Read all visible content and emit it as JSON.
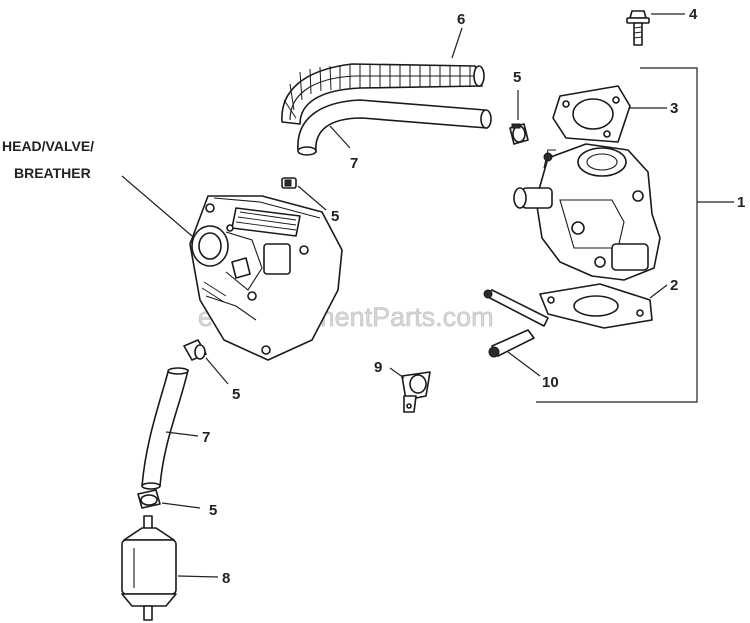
{
  "diagram": {
    "watermark": "eReplacementParts.com",
    "head_label_line1": "HEAD/VALVE/",
    "head_label_line2": "BREATHER",
    "callouts": {
      "c1": "1",
      "c2": "2",
      "c3": "3",
      "c4": "4",
      "c5a": "5",
      "c5b": "5",
      "c5c": "5",
      "c5d": "5",
      "c6": "6",
      "c7a": "7",
      "c7b": "7",
      "c8": "8",
      "c9": "9",
      "c10": "10"
    },
    "colors": {
      "line": "#1a1a1a",
      "watermark": "#d8d8d8",
      "background": "#ffffff"
    }
  }
}
